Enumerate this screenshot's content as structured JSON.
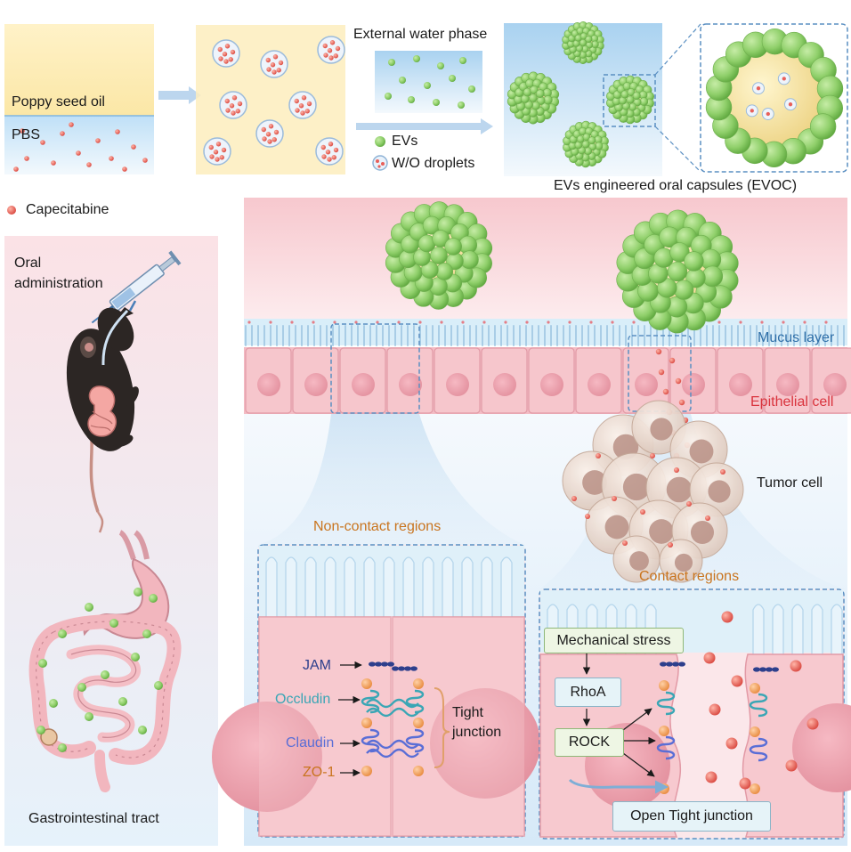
{
  "top_panel": {
    "oil_label": "Poppy seed oil",
    "pbs_label": "PBS",
    "external_water_label": "External water phase",
    "legend_evs": "EVs",
    "legend_droplets": "W/O droplets",
    "evoc_label": "EVs engineered oral capsules (EVOC)",
    "capecitabine_label": "Capecitabine"
  },
  "left_panel": {
    "oral_label_line1": "Oral",
    "oral_label_line2": "administration",
    "gi_label": "Gastrointestinal tract"
  },
  "main_panel": {
    "mucus_label": "Mucus layer",
    "epithelial_label": "Epithelial cell",
    "tumor_label": "Tumor cell",
    "non_contact_label": "Non-contact regions",
    "contact_label": "Contact regions"
  },
  "non_contact_zoom": {
    "jam": "JAM",
    "occludin": "Occludin",
    "claudin": "Claudin",
    "zo1": "ZO-1",
    "tight_line1": "Tight",
    "tight_line2": "junction"
  },
  "contact_zoom": {
    "mechanical_stress": "Mechanical stress",
    "rhoa": "RhoA",
    "rock": "ROCK",
    "open_tj": "Open Tight junction"
  },
  "colors": {
    "ev_green": "#8fcf6a",
    "capsule_yellow": "#f1dc8e",
    "drug_red": "#e8605a",
    "epithelium_pink": "#f2b6be",
    "mucus_blue": "#cfe9f6",
    "jam_navy": "#2d3f8c",
    "occludin_teal": "#3aa6b5",
    "claudin_blue": "#5a6ed6",
    "zo1_orange": "#f0a060",
    "label_orange": "#c9741e",
    "label_red": "#d9333d",
    "label_blue": "#2f6fa8"
  }
}
